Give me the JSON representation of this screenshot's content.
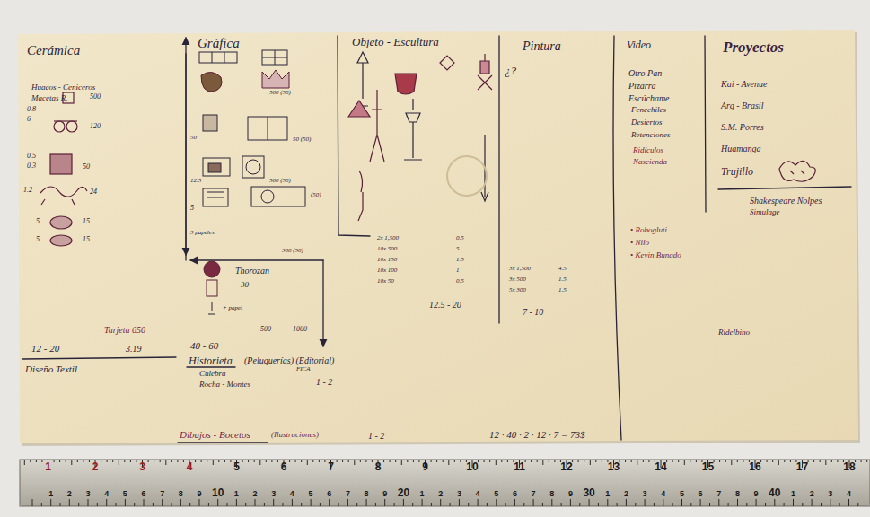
{
  "diagram": {
    "labels": [
      "Cerámica",
      "Huacos - Ceniceros",
      "Macetas R.",
      "500",
      "0.8",
      "6",
      "120",
      "0.5",
      "0.3",
      "50",
      "1.2",
      "24",
      "5",
      "15",
      "5",
      "15",
      "12 - 20",
      "3.19",
      "Diseño Textil",
      "Gráfica",
      "500 (50)",
      "50",
      "50 (50)",
      "12.5",
      "500 (50)",
      "5",
      "(50)",
      "3 papeles",
      "300 (50)",
      "Thorozan",
      "30",
      "+ papel",
      "500",
      "1000",
      "Tarjeta 650",
      "40 - 60",
      "Historieta",
      "(Peluquerías) (Editorial)",
      "FICA",
      "1 - 2",
      "Culebra",
      "Rocha - Montes",
      "Objeto - Escultura",
      "2x 1,500",
      "10x 500",
      "10x 150",
      "10x 100",
      "10x 50",
      "0.5",
      "5",
      "1.5",
      "1",
      "0.5",
      "12.5 - 20",
      "Pintura",
      "¿?",
      "3x 1,500",
      "3x 500",
      "5x 300",
      "4.5",
      "1.5",
      "1.5",
      "7 - 10",
      "Video",
      "Otro Pan",
      "Pizarra",
      "Escúchame",
      "Fenechiles",
      "Desiertos",
      "Retenciones",
      "Ridículos",
      "Nascienda",
      "• Robogluti",
      "• Nilo",
      "• Kevin Bunado",
      "Proyectos",
      "Kai - Avenue",
      "Arg - Brasil",
      "S.M. Porres",
      "Huamanga",
      "Trujillo",
      "Shakespeare Nolpes",
      "Simulage",
      "Ridelbino",
      "Dibujos - Bocetos",
      "(Ilustraciones)",
      "1 - 2",
      "12 · 40 · 2 · 12 · 7 = 73$",
      "1",
      "2",
      "3",
      "4",
      "5",
      "6",
      "7",
      "8",
      "9",
      "10",
      "11",
      "12",
      "13",
      "14",
      "15",
      "16",
      "17",
      "18",
      "1",
      "2",
      "3",
      "4",
      "5",
      "6",
      "7",
      "8",
      "9",
      "10",
      "1",
      "2",
      "3",
      "4",
      "5",
      "6",
      "7",
      "8",
      "9",
      "20",
      "1",
      "2",
      "3",
      "4",
      "5",
      "6",
      "7",
      "8",
      "9",
      "30",
      "1",
      "2",
      "3",
      "4",
      "5",
      "6",
      "7",
      "8",
      "9",
      "40",
      "1",
      "2",
      "3",
      "4"
    ]
  }
}
